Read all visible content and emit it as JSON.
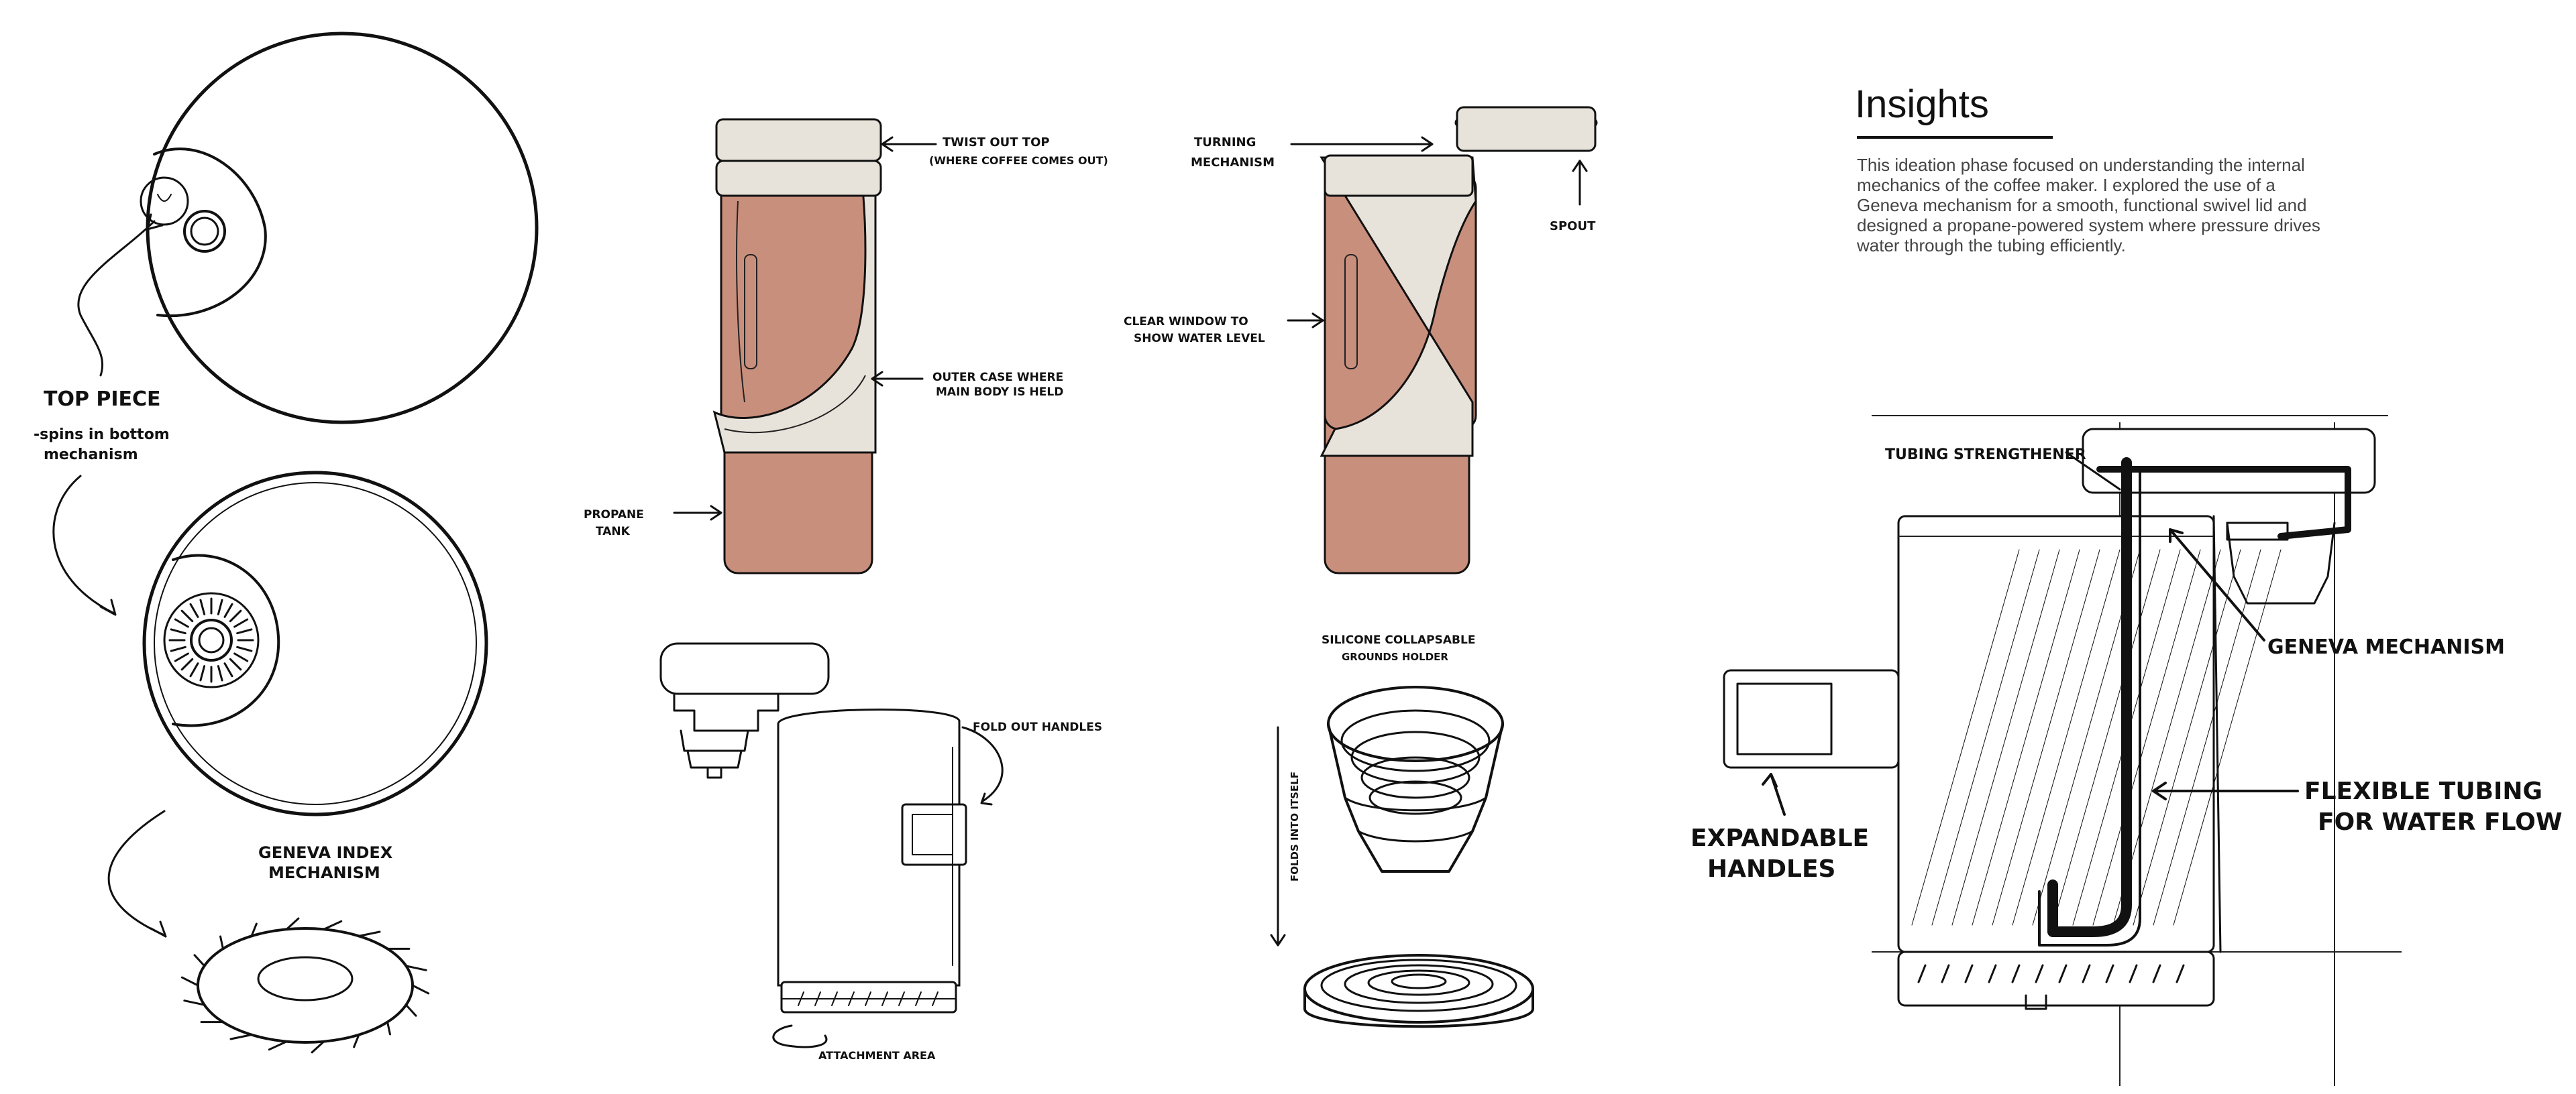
{
  "insights": {
    "heading": "Insights",
    "lines": [
      "This ideation phase focused on understanding the internal",
      "mechanics of the coffee maker. I explored the use of a",
      "Geneva mechanism for a smooth, functional swivel lid and",
      "designed a propane-powered system where pressure drives",
      "water through the tubing efficiently."
    ]
  },
  "labels": {
    "top_piece": "TOP PIECE",
    "spins_1": "-spins in bottom",
    "spins_2": "mechanism",
    "geneva_index_1": "GENEVA INDEX",
    "geneva_index_2": "MECHANISM",
    "twist_out_1": "TWIST OUT TOP",
    "twist_out_2": "(WHERE COFFEE COMES OUT)",
    "outer_case_1": "OUTER CASE WHERE",
    "outer_case_2": "MAIN BODY IS HELD",
    "propane_1": "PROPANE",
    "propane_2": "TANK",
    "turning_1": "TURNING",
    "turning_2": "MECHANISM",
    "spout": "SPOUT",
    "clear_window_1": "CLEAR WINDOW TO",
    "clear_window_2": "SHOW WATER LEVEL",
    "fold_out": "FOLD OUT HANDLES",
    "attachment": "ATTACHMENT AREA",
    "silicone_1": "SILICONE COLLAPSABLE",
    "silicone_2": "GROUNDS HOLDER",
    "folds_into": "FOLDS INTO ITSELF",
    "tubing_strengthener": "TUBING STRENGTHENER",
    "geneva_mechanism": "GENEVA MECHANISM",
    "flexible_1": "FLEXIBLE TUBING",
    "flexible_2": "FOR WATER FLOW",
    "expandable_1": "EXPANDABLE",
    "expandable_2": "HANDLES"
  },
  "colors": {
    "body": "#c98f7d",
    "shell": "#e8e3da",
    "ink": "#111111"
  }
}
